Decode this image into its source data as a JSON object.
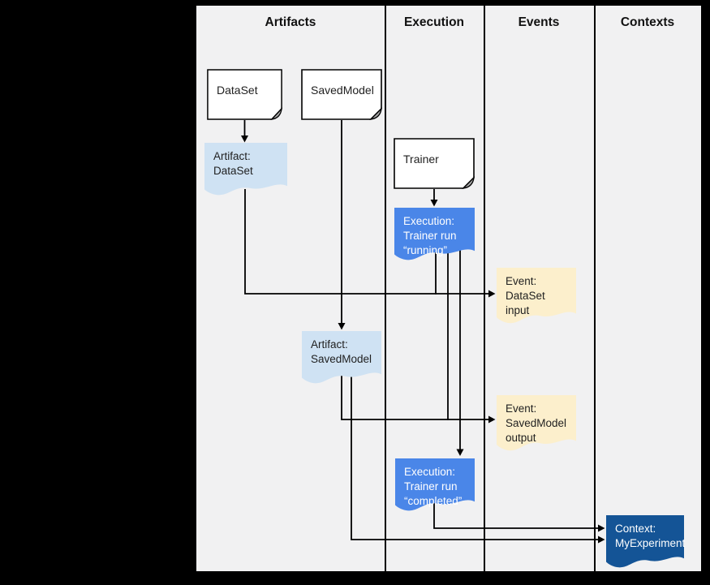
{
  "diagram": {
    "columns": [
      {
        "label": "Artifacts"
      },
      {
        "label": "Execution"
      },
      {
        "label": "Events"
      },
      {
        "label": "Contexts"
      }
    ],
    "nodes": {
      "dataset": {
        "label": "DataSet",
        "type": "source-document"
      },
      "savedmodel": {
        "label": "SavedModel",
        "type": "source-document"
      },
      "trainer": {
        "label": "Trainer",
        "type": "source-document"
      },
      "artifact_dataset": {
        "label": "Artifact:\nDataSet",
        "type": "artifact"
      },
      "execution_running": {
        "label": "Execution:\nTrainer run\n“running”",
        "type": "execution"
      },
      "event_dataset_input": {
        "label": "Event:\nDataSet input",
        "type": "event"
      },
      "artifact_savedmodel": {
        "label": "Artifact:\nSavedModel",
        "type": "artifact"
      },
      "event_savedmodel_output": {
        "label": "Event:\nSavedModel\noutput",
        "type": "event"
      },
      "execution_completed": {
        "label": "Execution:\nTrainer run\n“completed”",
        "type": "execution"
      },
      "context_myexperiment": {
        "label": "Context:\nMyExperiment",
        "type": "context"
      }
    },
    "edges": [
      "DataSet -> Artifact: DataSet",
      "SavedModel -> Artifact: SavedModel",
      "Trainer -> Execution: Trainer run “running”",
      "Artifact: DataSet -> Event: DataSet input",
      "Execution: Trainer run “running” -> Event: DataSet input",
      "Execution: Trainer run “running” -> Event: SavedModel output",
      "Execution: Trainer run “running” -> Execution: Trainer run “completed”",
      "Artifact: SavedModel -> Event: SavedModel output",
      "Artifact: SavedModel -> Context: MyExperiment",
      "Execution: Trainer run “completed” -> Context: MyExperiment"
    ]
  },
  "palette": {
    "canvas_bg": "#f1f1f2",
    "artifact_fill": "#cfe2f3",
    "execution_fill": "#4a86e8",
    "event_fill": "#fcefcc",
    "context_fill": "#145496",
    "connector": "#000000",
    "page_bg": "#000000"
  }
}
